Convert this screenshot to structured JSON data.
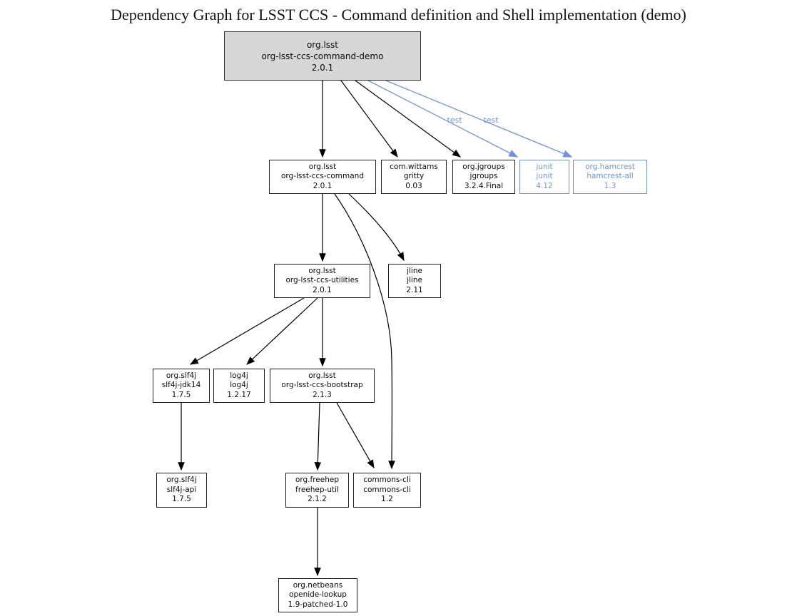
{
  "title": "Dependency Graph for LSST CCS - Command definition and Shell implementation (demo)",
  "colors": {
    "accent_blue": "#6e92e4",
    "edge_black": "#000000",
    "node_border": "#1f1f1f",
    "node_fill": "#ffffff",
    "root_fill": "#d6d6d6"
  },
  "nodes": [
    {
      "id": "command-demo",
      "kind": "root",
      "lines": [
        "org.lsst",
        "org-lsst-ccs-command-demo",
        "2.0.1"
      ]
    },
    {
      "id": "command",
      "kind": "normal",
      "lines": [
        "org.lsst",
        "org-lsst-ccs-command",
        "2.0.1"
      ]
    },
    {
      "id": "gritty",
      "kind": "normal",
      "lines": [
        "com.wittams",
        "gritty",
        "0.03"
      ]
    },
    {
      "id": "jgroups",
      "kind": "normal",
      "lines": [
        "org.jgroups",
        "jgroups",
        "3.2.4.Final"
      ]
    },
    {
      "id": "junit",
      "kind": "test",
      "lines": [
        "junit",
        "junit",
        "4.12"
      ]
    },
    {
      "id": "hamcrest",
      "kind": "test",
      "lines": [
        "org.hamcrest",
        "hamcrest-all",
        "1.3"
      ]
    },
    {
      "id": "utilities",
      "kind": "normal",
      "lines": [
        "org.lsst",
        "org-lsst-ccs-utilities",
        "2.0.1"
      ]
    },
    {
      "id": "jline",
      "kind": "normal",
      "lines": [
        "jline",
        "jline",
        "2.11"
      ]
    },
    {
      "id": "slf4j-jdk14",
      "kind": "normal",
      "lines": [
        "org.slf4j",
        "slf4j-jdk14",
        "1.7.5"
      ]
    },
    {
      "id": "log4j",
      "kind": "normal",
      "lines": [
        "log4j",
        "log4j",
        "1.2.17"
      ]
    },
    {
      "id": "bootstrap",
      "kind": "normal",
      "lines": [
        "org.lsst",
        "org-lsst-ccs-bootstrap",
        "2.1.3"
      ]
    },
    {
      "id": "slf4j-api",
      "kind": "normal",
      "lines": [
        "org.slf4j",
        "slf4j-api",
        "1.7.5"
      ]
    },
    {
      "id": "freehep-util",
      "kind": "normal",
      "lines": [
        "org.freehep",
        "freehep-util",
        "2.1.2"
      ]
    },
    {
      "id": "commons-cli",
      "kind": "normal",
      "lines": [
        "commons-cli",
        "commons-cli",
        "1.2"
      ]
    },
    {
      "id": "openide-lookup",
      "kind": "normal",
      "lines": [
        "org.netbeans",
        "openide-lookup",
        "1.9-patched-1.0"
      ]
    }
  ],
  "edges": [
    {
      "from": "command-demo",
      "to": "command",
      "kind": "compile"
    },
    {
      "from": "command-demo",
      "to": "gritty",
      "kind": "compile"
    },
    {
      "from": "command-demo",
      "to": "jgroups",
      "kind": "compile"
    },
    {
      "from": "command-demo",
      "to": "junit",
      "kind": "test",
      "label": "test"
    },
    {
      "from": "command-demo",
      "to": "hamcrest",
      "kind": "test",
      "label": "test"
    },
    {
      "from": "command",
      "to": "utilities",
      "kind": "compile"
    },
    {
      "from": "command",
      "to": "jline",
      "kind": "compile"
    },
    {
      "from": "command",
      "to": "commons-cli",
      "kind": "compile"
    },
    {
      "from": "utilities",
      "to": "slf4j-jdk14",
      "kind": "compile"
    },
    {
      "from": "utilities",
      "to": "log4j",
      "kind": "compile"
    },
    {
      "from": "utilities",
      "to": "bootstrap",
      "kind": "compile"
    },
    {
      "from": "slf4j-jdk14",
      "to": "slf4j-api",
      "kind": "compile"
    },
    {
      "from": "bootstrap",
      "to": "freehep-util",
      "kind": "compile"
    },
    {
      "from": "bootstrap",
      "to": "commons-cli",
      "kind": "compile"
    },
    {
      "from": "freehep-util",
      "to": "openide-lookup",
      "kind": "compile"
    }
  ]
}
